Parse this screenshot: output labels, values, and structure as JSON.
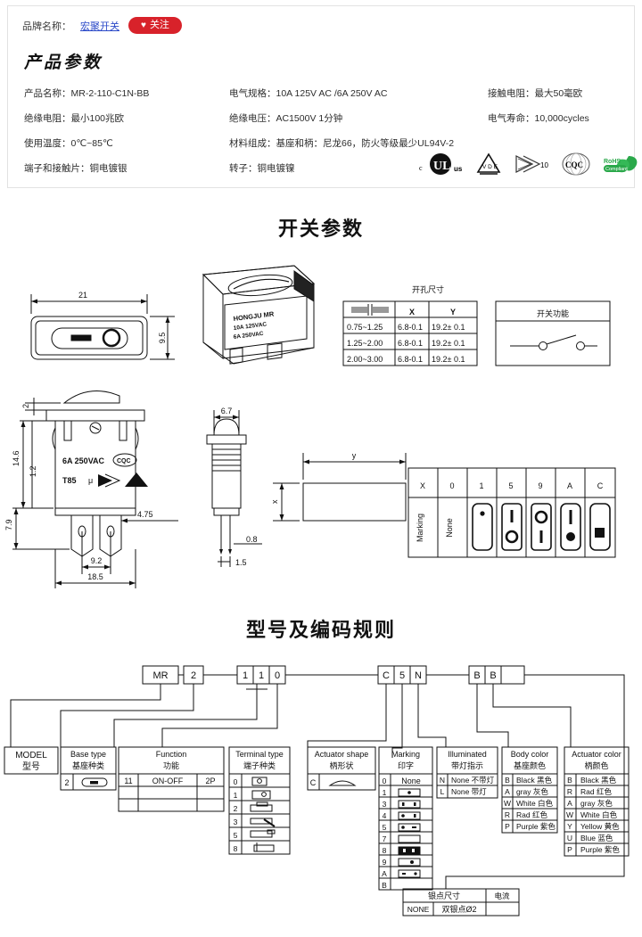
{
  "header": {
    "brand_label": "品牌名称：",
    "brand_name": "宏聚开关",
    "follow_button": "关注",
    "heart_icon": "♥",
    "panel_title": "产品参数",
    "specs": [
      [
        "产品名称：MR-2-110-C1N-BB",
        "电气规格：10A  125V  AC /6A  250V  AC",
        "接触电阻：最大50毫欧"
      ],
      [
        "绝缘电阻：最小100兆欧",
        "绝缘电压：AC1500V 1分钟",
        "电气寿命：10,000cycles"
      ],
      [
        "使用温度：0℃~85℃",
        "材料组成：基座和柄：尼龙66，防火等级最少UL94V-2",
        ""
      ],
      [
        "端子和接触片：铜电镀银",
        "转子：铜电镀镍",
        ""
      ]
    ],
    "certs": [
      "cUL-us",
      "VDE",
      "K10",
      "CQC",
      "RoHS Compliant"
    ]
  },
  "sections": {
    "switch_params_title": "开关参数",
    "coding_title": "型号及编码规则"
  },
  "drawings": {
    "front_view": {
      "width": "21",
      "height": "9.5"
    },
    "photo_label": [
      "HONGJU  MR",
      "10A  125VAC",
      "6A  250VAC"
    ],
    "side_view": {
      "dim_top": "2",
      "dim_14_6": "14.6",
      "dim_1_2": "1.2",
      "dim_7_9": "7.9",
      "dim_4_75": "4.75",
      "dim_9_2": "9.2",
      "dim_18_5": "18.5",
      "body_text": [
        "6A  250VAC",
        "T85",
        "μ"
      ],
      "body_marks": [
        "CQC",
        "K",
        "VDE"
      ]
    },
    "lamp_view": {
      "dim_6_7": "6.7",
      "dim_0_8": "0.8",
      "dim_1_5": "1.5"
    },
    "panel_cut": {
      "x": "x",
      "y": "y"
    }
  },
  "hole_table": {
    "title": "开孔尺寸",
    "headers": [
      "",
      "X",
      "Y"
    ],
    "rows": [
      [
        "0.75~1.25",
        "6.8-0.1",
        "19.2± 0.1"
      ],
      [
        "1.25~2.00",
        "6.8-0.1",
        "19.2± 0.1"
      ],
      [
        "2.00~3.00",
        "6.8-0.1",
        "19.2± 0.1"
      ]
    ]
  },
  "function_box": {
    "title": "开关功能"
  },
  "marking_table": {
    "row_label": "Marking",
    "codes": [
      "X",
      "0",
      "1",
      "5",
      "9",
      "A",
      "C"
    ],
    "symbols": [
      "",
      "None",
      "dot",
      "bar-over-circle",
      "circle-over-bar",
      "bar-over-dot",
      "square"
    ]
  },
  "coding": {
    "code_top": [
      "MR",
      "2",
      "1",
      "1",
      "0",
      "C",
      "5",
      "N",
      "B",
      "B",
      ""
    ],
    "boxes": [
      {
        "title_en": "MODEL",
        "title_cn": "型号",
        "rows": []
      },
      {
        "title_en": "Base type",
        "title_cn": "基座种类",
        "rows": [
          [
            "2",
            "switch-symbol"
          ]
        ]
      },
      {
        "title_en": "Function",
        "title_cn": "功能",
        "rows": [
          [
            "11",
            "ON-OFF",
            "2P"
          ],
          [
            "",
            "",
            ""
          ],
          [
            "",
            "",
            ""
          ],
          [
            "",
            "",
            ""
          ]
        ]
      },
      {
        "title_en": "Terminal type",
        "title_cn": "端子种类",
        "rows": [
          [
            "0",
            "term-0"
          ],
          [
            "1",
            "term-1"
          ],
          [
            "2",
            "term-2"
          ],
          [
            "3",
            "term-3"
          ],
          [
            "5",
            "term-5"
          ],
          [
            "8",
            "term-8"
          ]
        ]
      },
      {
        "title_en": "Actuator shape",
        "title_cn": "柄形状",
        "rows": [
          [
            "C",
            "rocker-shape"
          ]
        ]
      },
      {
        "title_en": "Marking",
        "title_cn": "印字",
        "rows": [
          [
            "0",
            "None"
          ],
          [
            "1",
            "m1"
          ],
          [
            "3",
            "m3"
          ],
          [
            "4",
            "m4"
          ],
          [
            "5",
            "m5"
          ],
          [
            "7",
            "m7"
          ],
          [
            "8",
            "m8"
          ],
          [
            "9",
            "m9"
          ],
          [
            "A",
            "mA"
          ],
          [
            "B",
            ""
          ]
        ]
      },
      {
        "title_en": "Illuminated",
        "title_cn": "带灯指示",
        "rows": [
          [
            "N",
            "None 不带灯"
          ],
          [
            "L",
            "None 带灯"
          ]
        ]
      },
      {
        "title_en": "Body color",
        "title_cn": "基座颜色",
        "rows": [
          [
            "B",
            "Black 黑色"
          ],
          [
            "A",
            "gray 灰色"
          ],
          [
            "W",
            "White 白色"
          ],
          [
            "R",
            "Rad 红色"
          ],
          [
            "P",
            "Purple 紫色"
          ]
        ]
      },
      {
        "title_en": "Actuator color",
        "title_cn": "柄颜色",
        "rows": [
          [
            "B",
            "Black  黑色"
          ],
          [
            "R",
            "Rad 红色"
          ],
          [
            "A",
            "gray  灰色"
          ],
          [
            "W",
            "White 白色"
          ],
          [
            "Y",
            "Yellow 黄色"
          ],
          [
            "U",
            "Blue  蓝色"
          ],
          [
            "P",
            "Purple 紫色"
          ]
        ]
      }
    ],
    "silver_table": {
      "title": "银点尺寸",
      "current": "电流",
      "rows": [
        [
          "NONE",
          "双银点Ø2",
          ""
        ]
      ]
    }
  },
  "colors": {
    "brand_link": "#2b49c8",
    "follow_bg": "#d8222a",
    "line": "#1a1a1a",
    "panel_border": "#e2e2e2"
  }
}
